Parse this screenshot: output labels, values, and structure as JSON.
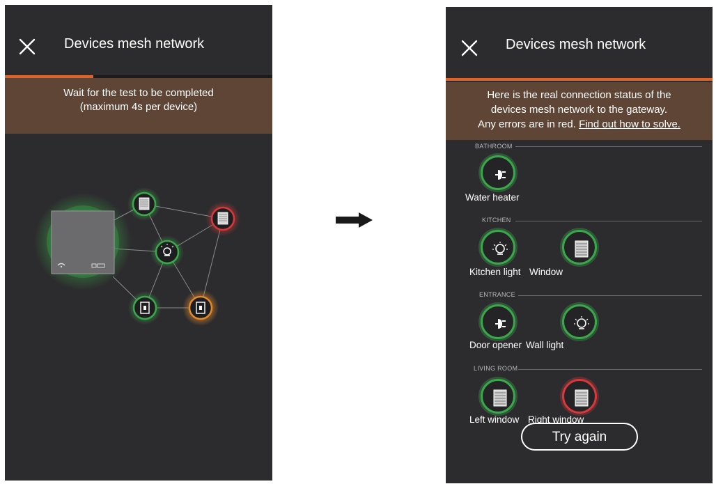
{
  "left_screen": {
    "title": "Devices mesh network",
    "close_icon": "close-icon",
    "progress": 0.33,
    "banner_line1": "Wait for the test to be completed",
    "banner_line2": "(maximum 4s per device)",
    "mesh_nodes": [
      {
        "icon": "window-icon",
        "status": "ok"
      },
      {
        "icon": "window-icon",
        "status": "error"
      },
      {
        "icon": "light-icon",
        "status": "ok"
      },
      {
        "icon": "switch-icon",
        "status": "ok"
      },
      {
        "icon": "switch-icon",
        "status": "warning"
      }
    ],
    "gateway": {
      "icons": [
        "wifi-icon",
        "ports-icon"
      ],
      "status": "ok"
    }
  },
  "arrow_icon": "right-arrow-icon",
  "right_screen": {
    "title": "Devices mesh network",
    "close_icon": "close-icon",
    "progress": 1.0,
    "banner_line1": "Here is the real connection status of the",
    "banner_line2": "devices mesh network to the gateway.",
    "banner_line3_text": "Any errors are in red.",
    "banner_link": "Find out how to solve.",
    "sections": [
      {
        "name": "BATHROOM",
        "devices": [
          {
            "label": "Water heater",
            "icon": "plug-icon",
            "status": "ok"
          }
        ]
      },
      {
        "name": "KITCHEN",
        "devices": [
          {
            "label": "Kitchen light",
            "icon": "light-icon",
            "status": "ok"
          },
          {
            "label": "Window",
            "icon": "window-icon",
            "status": "ok"
          }
        ]
      },
      {
        "name": "ENTRANCE",
        "devices": [
          {
            "label": "Door opener",
            "icon": "plug-icon",
            "status": "ok"
          },
          {
            "label": "Wall light",
            "icon": "light-icon",
            "status": "ok"
          }
        ]
      },
      {
        "name": "LIVING ROOM",
        "devices": [
          {
            "label": "Left window",
            "icon": "window-icon",
            "status": "ok"
          },
          {
            "label": "Right window",
            "icon": "window-icon",
            "status": "error"
          }
        ]
      }
    ],
    "try_again_label": "Try again"
  },
  "colors": {
    "ok": "#3aa84a",
    "error": "#d6393b",
    "warning": "#e0882a",
    "accent": "#e0632a",
    "banner": "#5e4536",
    "background": "#2c2c2e"
  }
}
